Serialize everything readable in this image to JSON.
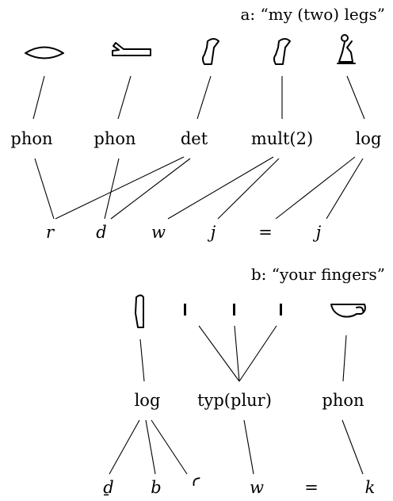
{
  "panel_a": {
    "caption": "a: “my (two) legs”",
    "glyph_icons": [
      "mouth-hieroglyph",
      "hand-hieroglyph",
      "leg-hieroglyph",
      "leg-hieroglyph",
      "seated-man-hieroglyph"
    ],
    "functions": [
      "phon",
      "phon",
      "det",
      "mult(2)",
      "log"
    ],
    "transliteration": [
      "r",
      "d",
      "w",
      "j",
      "=",
      "j"
    ],
    "links_glyph_to_function": [
      [
        0,
        0
      ],
      [
        1,
        1
      ],
      [
        2,
        2
      ],
      [
        3,
        3
      ],
      [
        4,
        4
      ]
    ],
    "links_function_to_sign": [
      [
        0,
        0
      ],
      [
        1,
        1
      ],
      [
        2,
        0
      ],
      [
        2,
        1
      ],
      [
        3,
        2
      ],
      [
        3,
        3
      ],
      [
        4,
        4
      ],
      [
        4,
        5
      ]
    ]
  },
  "panel_b": {
    "caption": "b: “your fingers”",
    "glyph_icons": [
      "finger-hieroglyph",
      "stroke-hieroglyph",
      "stroke-hieroglyph",
      "stroke-hieroglyph",
      "basket-hieroglyph"
    ],
    "functions": [
      "log",
      "typ(plur)",
      "phon"
    ],
    "transliteration": [
      "ḏ",
      "b",
      "ꜥ",
      "w",
      "=",
      "k"
    ],
    "links_glyph_to_function": [
      [
        0,
        0
      ],
      [
        1,
        1
      ],
      [
        2,
        1
      ],
      [
        3,
        1
      ],
      [
        4,
        2
      ]
    ],
    "links_function_to_sign": [
      [
        0,
        0
      ],
      [
        0,
        1
      ],
      [
        0,
        2
      ],
      [
        1,
        3
      ],
      [
        2,
        5
      ]
    ]
  }
}
